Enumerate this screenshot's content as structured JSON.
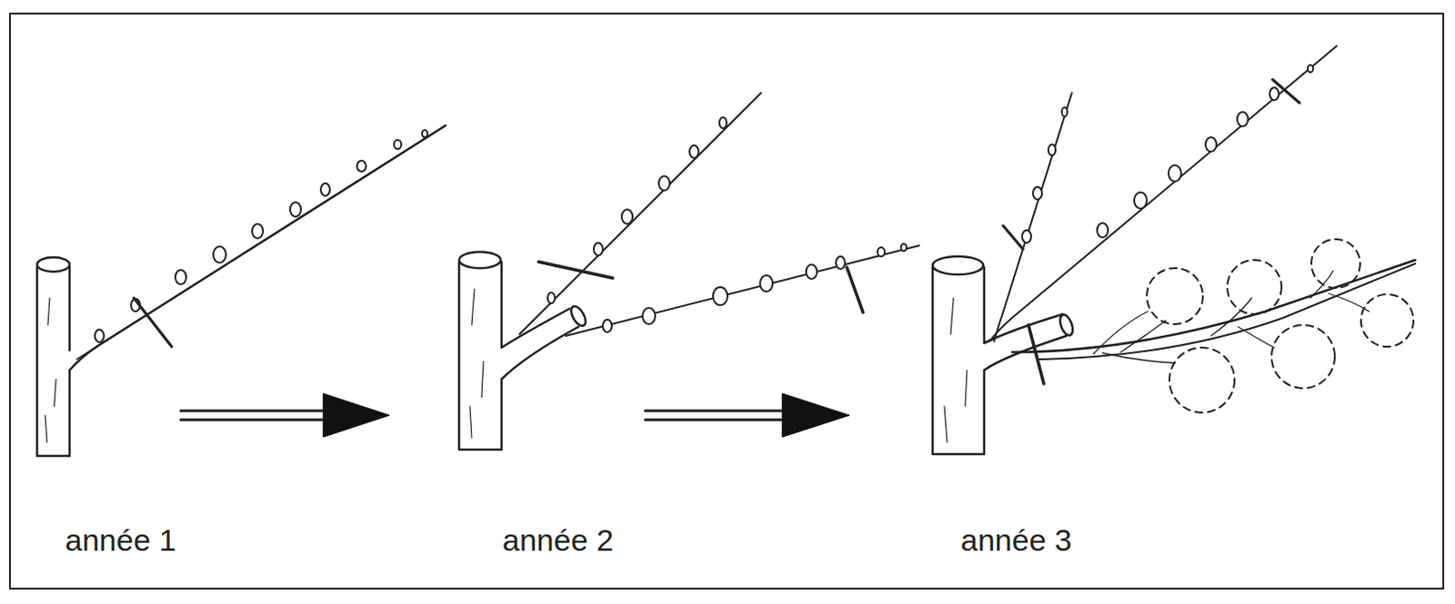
{
  "diagram": {
    "labels": [
      "année 1",
      "année 2",
      "année 3"
    ]
  }
}
